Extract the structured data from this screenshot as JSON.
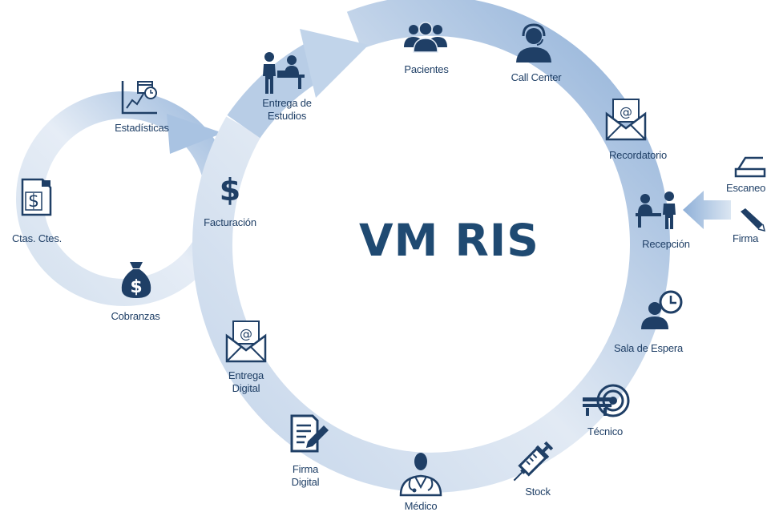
{
  "title": "VM RIS",
  "colors": {
    "ring_light": "#dde7f3",
    "ring_dark": "#8fb0d8",
    "icon": "#1f3f66",
    "text": "#1f3f66",
    "title": "#1f4a72"
  },
  "nodes": {
    "pacientes": {
      "label": "Pacientes",
      "icon": "people-group-icon"
    },
    "call_center": {
      "label": "Call Center",
      "icon": "headset-operator-icon"
    },
    "recordatorio": {
      "label": "Recordatorio",
      "icon": "email-envelope-icon"
    },
    "recepcion": {
      "label": "Recepción",
      "icon": "reception-desk-icon"
    },
    "sala_espera": {
      "label": "Sala de Espera",
      "icon": "waiting-clock-person-icon"
    },
    "tecnico": {
      "label": "Técnico",
      "icon": "scanner-machine-icon"
    },
    "stock": {
      "label": "Stock",
      "icon": "syringe-icon"
    },
    "medico": {
      "label": "Médico",
      "icon": "doctor-icon"
    },
    "firma_digital": {
      "label": "Firma\nDigital",
      "icon": "signed-document-icon"
    },
    "entrega_digital": {
      "label": "Entrega\nDigital",
      "icon": "email-envelope-icon"
    },
    "facturacion": {
      "label": "Facturación",
      "icon": "dollar-sign-icon"
    },
    "entrega_estudios": {
      "label": "Entrega de\nEstudios",
      "icon": "delivery-desk-icon"
    },
    "estadisticas": {
      "label": "Estadísticas",
      "icon": "statistics-chart-icon"
    },
    "ctas_ctes": {
      "label": "Ctas. Ctes.",
      "icon": "account-document-icon"
    },
    "cobranzas": {
      "label": "Cobranzas",
      "icon": "money-bag-icon"
    },
    "escaneo": {
      "label": "Escaneo",
      "icon": "scanner-icon"
    },
    "firma": {
      "label": "Firma",
      "icon": "pen-icon"
    }
  }
}
